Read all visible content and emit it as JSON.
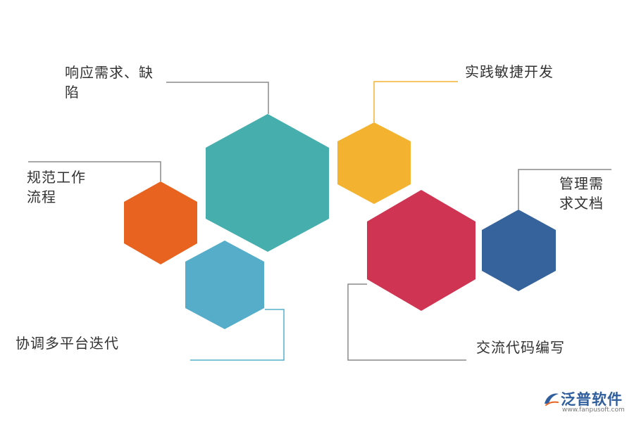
{
  "labels": {
    "respond": [
      "响应需求、缺",
      "陷"
    ],
    "agile": [
      "实践敏捷开发"
    ],
    "standard": [
      "规范工作",
      "流程"
    ],
    "manage": [
      "管理需",
      "求文档"
    ],
    "coord": [
      "协调多平台迭代"
    ],
    "comm": [
      "交流代码编写"
    ]
  },
  "colors": {
    "teal": "#46afae",
    "yellow": "#f3b330",
    "orange": "#e8631f",
    "light_blue": "#56adc9",
    "crimson": "#cf3453",
    "navy": "#36639c",
    "line_gray": "#8a8a8a",
    "line_yellow": "#f3b330",
    "line_blue": "#56adc9"
  },
  "logo": {
    "name": "泛普软件",
    "url": "www.fanpusoft.com",
    "icon": "pen-swirl-icon"
  }
}
